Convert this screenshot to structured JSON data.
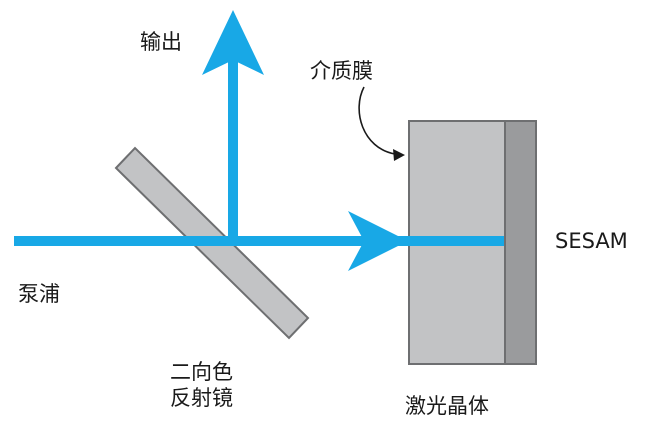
{
  "labels": {
    "output": "输出",
    "medium_film": "介质膜",
    "sesam": "SESAM",
    "pump": "泵浦",
    "dichroic_line1": "二向色",
    "dichroic_line2": "反射镜",
    "laser_crystal": "激光晶体"
  },
  "colors": {
    "beam": "#18a8e6",
    "mirror_fill": "#c2c3c5",
    "mirror_stroke": "#6e6f71",
    "crystal_fill": "#c2c3c5",
    "sesam_fill": "#9a9b9d",
    "text": "#1a1a1a"
  }
}
